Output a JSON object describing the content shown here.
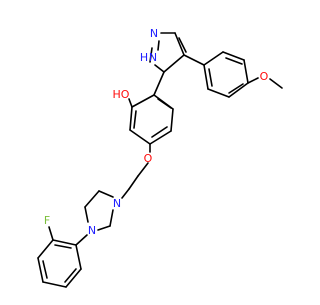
{
  "molecule": {
    "atom_labels": {
      "pyrazole_n2": "N",
      "pyrazole_n1h": "N",
      "pyrazole_h_prefix": "H",
      "hydroxyl": "HO",
      "methoxy_o": "O",
      "ether_o": "O",
      "piperazine_n1": "N",
      "piperazine_n4": "N",
      "fluorine": "F"
    },
    "colors": {
      "nitrogen": "#2020ff",
      "oxygen": "#ff0d0d",
      "fluorine": "#7bbf3a",
      "carbon_bond": "#000000"
    }
  }
}
